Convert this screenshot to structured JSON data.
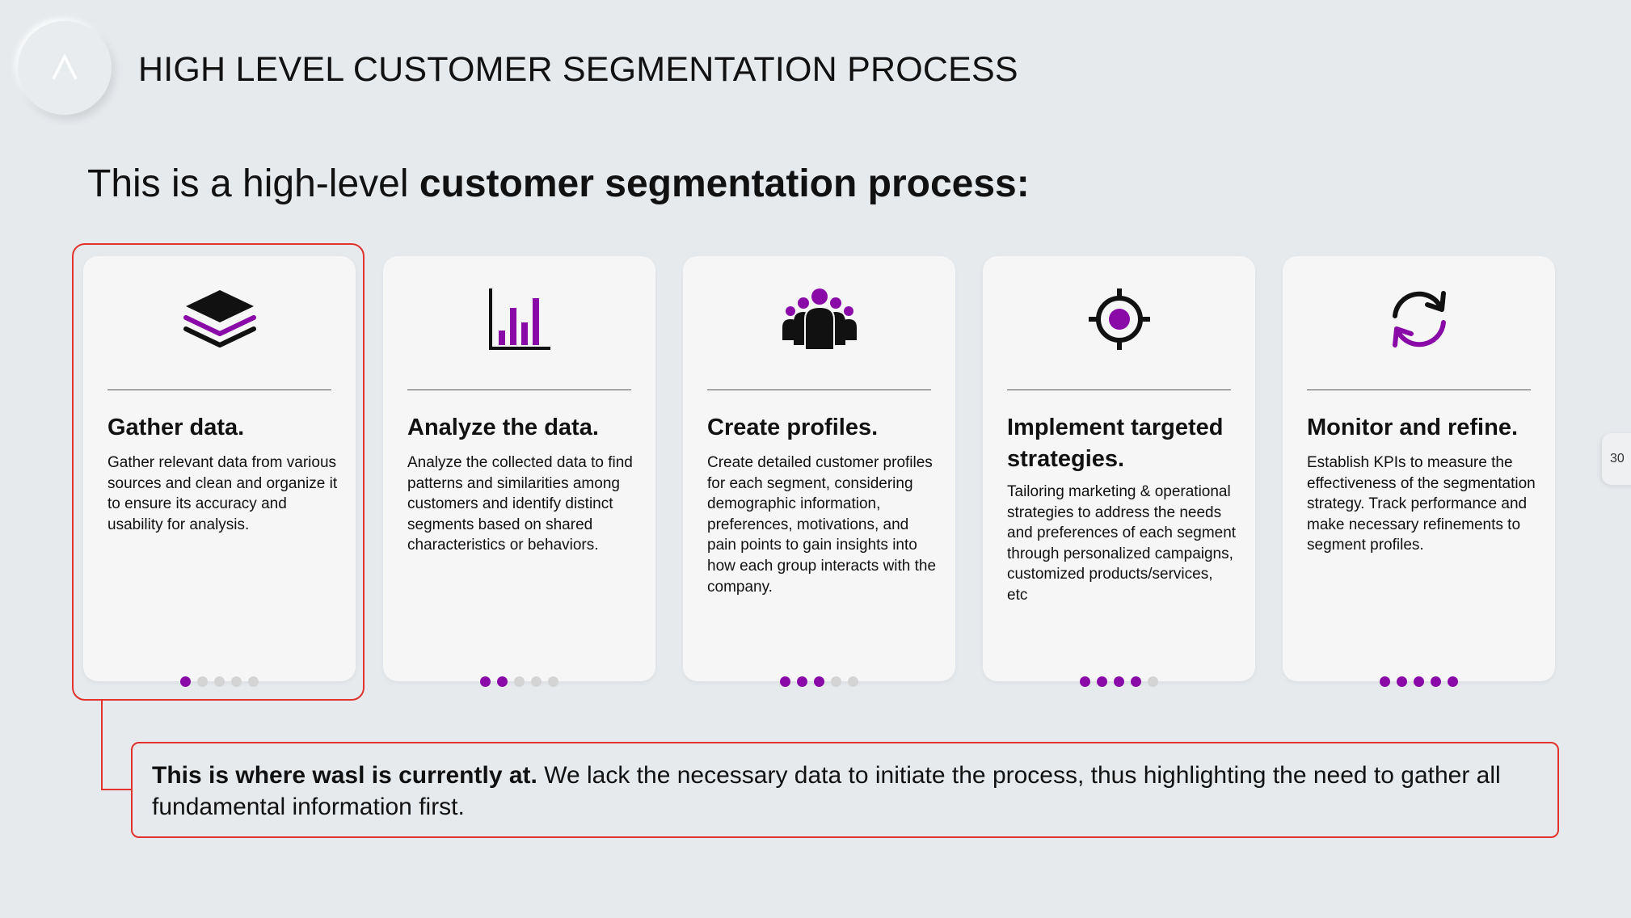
{
  "header": {
    "title": "HIGH LEVEL CUSTOMER SEGMENTATION PROCESS"
  },
  "subtitle": {
    "prefix": "This is a high-level ",
    "bold": "customer segmentation process:"
  },
  "cards": [
    {
      "icon": "layers-icon",
      "title": "Gather data.",
      "desc": "Gather relevant data from various sources and clean and organize it to ensure its accuracy and usability for analysis.",
      "progress": 1
    },
    {
      "icon": "bar-chart-icon",
      "title": "Analyze the data.",
      "desc": "Analyze the collected data to find patterns and similarities among customers and identify distinct segments based on shared characteristics or behaviors.",
      "progress": 2
    },
    {
      "icon": "people-group-icon",
      "title": "Create profiles.",
      "desc": "Create detailed customer profiles for each segment, considering demographic information, preferences, motivations, and pain points to gain insights into how each group interacts with the company.",
      "progress": 3
    },
    {
      "icon": "target-icon",
      "title": "Implement targeted strategies.",
      "desc": "Tailoring marketing & operational strategies to address the needs and preferences of each segment through personalized campaigns, customized products/services, etc",
      "progress": 4
    },
    {
      "icon": "refresh-cycle-icon",
      "title": "Monitor and refine.",
      "desc": "Establish KPIs to measure the effectiveness of the segmentation strategy. Track performance and make necessary refinements to segment profiles.",
      "progress": 5
    }
  ],
  "progress_total": 5,
  "callout": {
    "bold": "This is where wasl is currently at.",
    "text": " We lack the necessary data to initiate the process, thus highlighting the need to gather all fundamental information first."
  },
  "page_number": "30",
  "colors": {
    "accent_purple": "#8a0aa8",
    "highlight_red": "#e1322d",
    "background": "#e6eaed"
  }
}
